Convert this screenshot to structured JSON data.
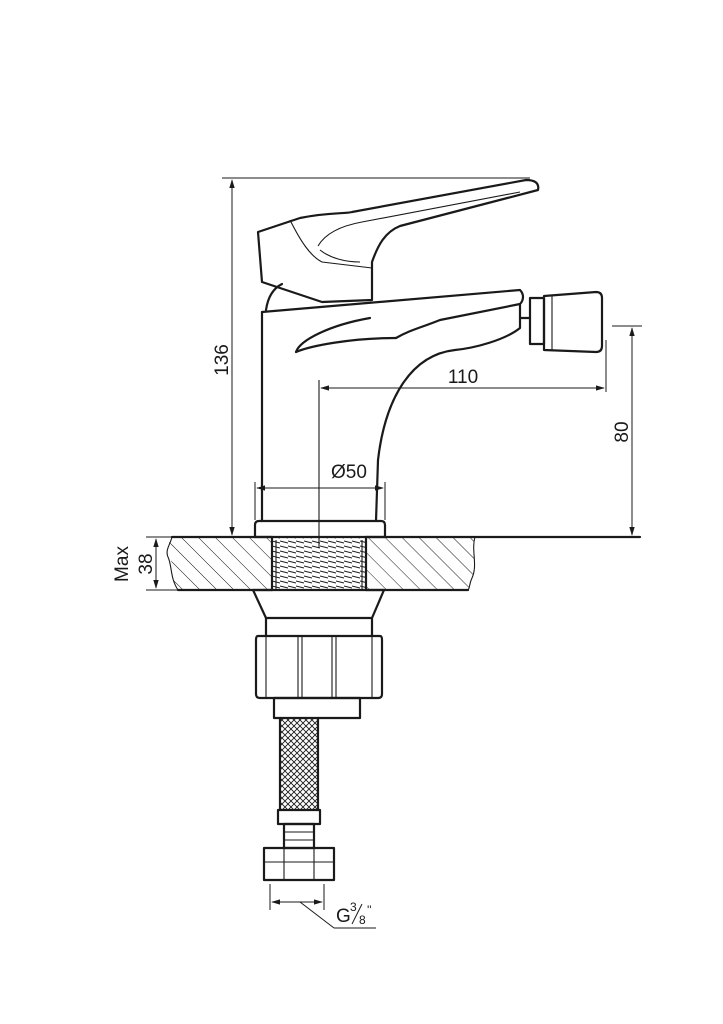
{
  "dimensions": {
    "height_total": "136",
    "spout_reach": "110",
    "spout_height": "80",
    "base_diameter": "Ø50",
    "max_deck_label": "Max",
    "max_deck_value": "38",
    "thread_prefix": "G",
    "thread_num": "3",
    "thread_den": "8",
    "thread_suffix": "''"
  }
}
